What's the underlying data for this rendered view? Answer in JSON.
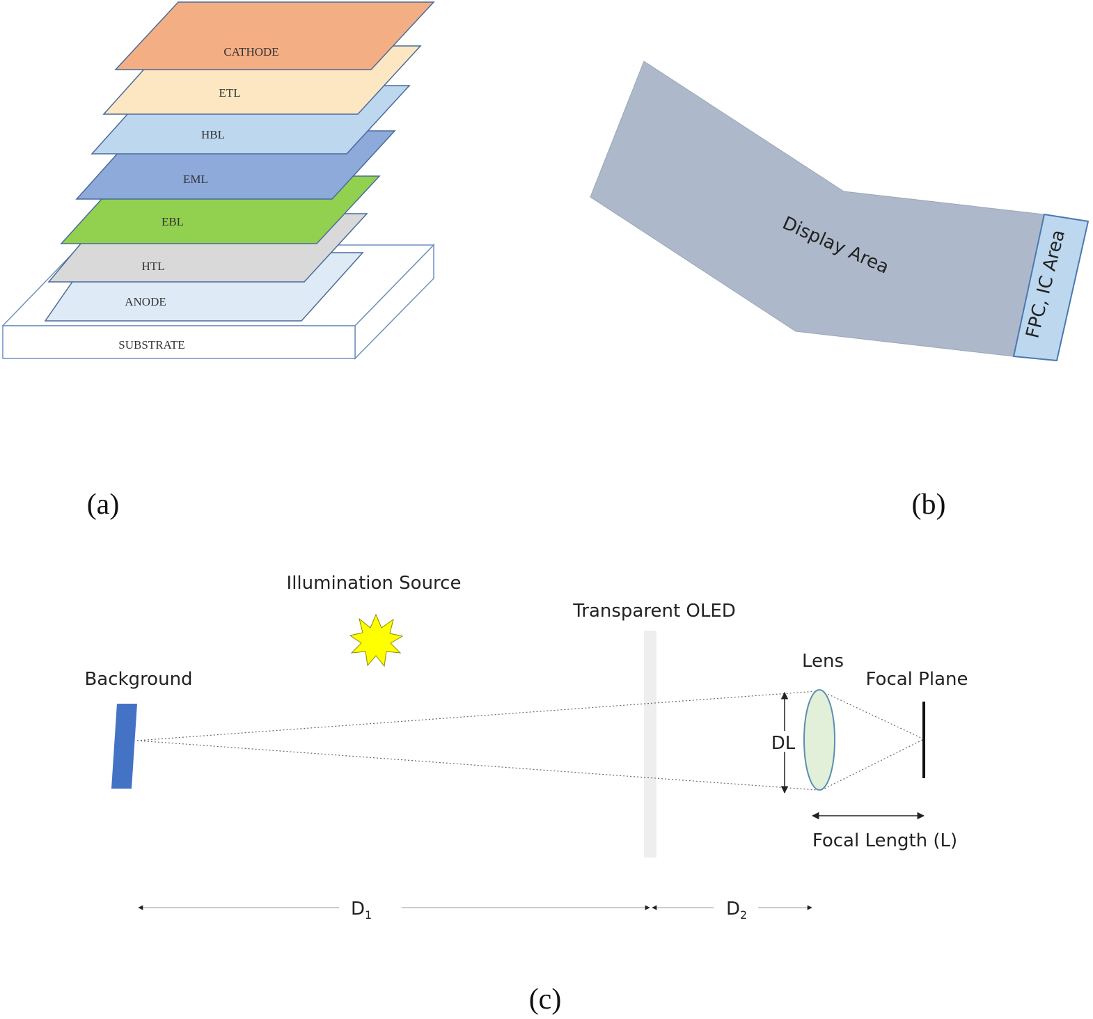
{
  "panel_a": {
    "caption": "(a)",
    "substrate": {
      "label": "SUBSTRATE",
      "color": "#ffffff",
      "border": "#6f8fbf"
    },
    "layers": [
      {
        "label": "CATHODE",
        "color": "#f3ae84"
      },
      {
        "label": "ETL",
        "color": "#fde7c3"
      },
      {
        "label": "HBL",
        "color": "#bdd7ee"
      },
      {
        "label": "EML",
        "color": "#8eaadb"
      },
      {
        "label": "EBL",
        "color": "#92d050"
      },
      {
        "label": "HTL",
        "color": "#d9d9d9"
      },
      {
        "label": "ANODE",
        "color": "#deebf7"
      }
    ]
  },
  "panel_b": {
    "caption": "(b)",
    "display_label": "Display Area",
    "fpc_label": "FPC, IC Area",
    "display_color": "#adb9ca",
    "fpc_color": "#bdd7ee"
  },
  "panel_c": {
    "caption": "(c)",
    "illumination_label": "Illumination Source",
    "oled_label": "Transparent OLED",
    "background_label": "Background",
    "lens_label": "Lens",
    "focal_plane_label": "Focal Plane",
    "dl_label": "DL",
    "focal_length_label": "Focal Length (L)",
    "d1_label": "D",
    "d1_sub": "1",
    "d2_label": "D",
    "d2_sub": "2",
    "background_color": "#4472c4",
    "source_color": "#ffff00",
    "lens_color": "#e2efd9"
  }
}
